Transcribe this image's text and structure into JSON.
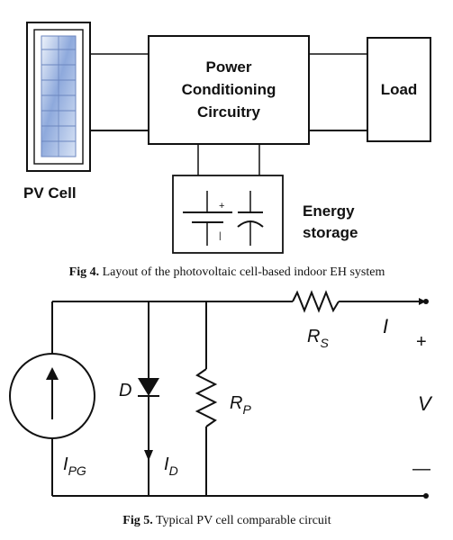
{
  "fig4": {
    "pv_cell_label": "PV Cell",
    "power_conditioning": {
      "line1": "Power",
      "line2": "Conditioning",
      "line3": "Circuitry"
    },
    "load_label": "Load",
    "energy_storage": {
      "line1": "Energy",
      "line2": "storage",
      "battery_plus": "+",
      "battery_minus": "|"
    },
    "caption": {
      "prefix": "Fig 4.",
      "text": " Layout of the photovoltaic cell-based indoor EH system"
    }
  },
  "fig5": {
    "rs_main": "R",
    "rs_sub": "S",
    "rp_main": "R",
    "rp_sub": "P",
    "d_label": "D",
    "i_label": "I",
    "plus_label": "+",
    "v_label": "V",
    "minus_label": "—",
    "ipg_main": "I",
    "ipg_sub": "PG",
    "id_main": "I",
    "id_sub": "D",
    "caption": {
      "prefix": "Fig 5.",
      "text": " Typical PV cell comparable circuit"
    }
  },
  "colors": {
    "ink": "#111111",
    "pv_panel_light": "#dbe6f6",
    "pv_panel_dark": "#7f9fd6",
    "pv_frame": "#111111"
  }
}
